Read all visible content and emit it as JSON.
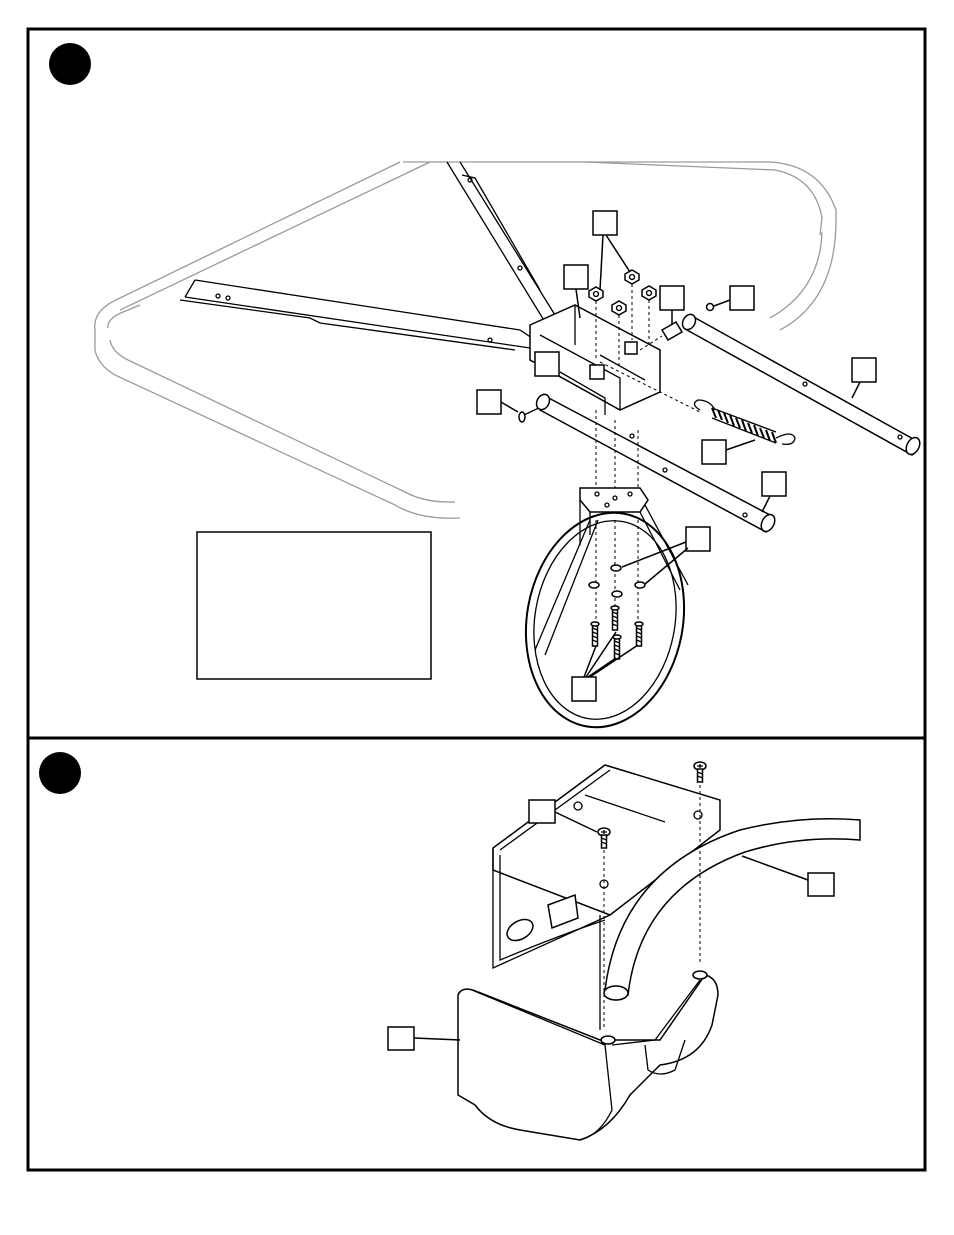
{
  "figure": {
    "step_markers": [
      "step-1-marker",
      "step-2-marker"
    ],
    "callout_count_step1": 13,
    "callout_count_step2": 3,
    "note_box": "blank"
  }
}
